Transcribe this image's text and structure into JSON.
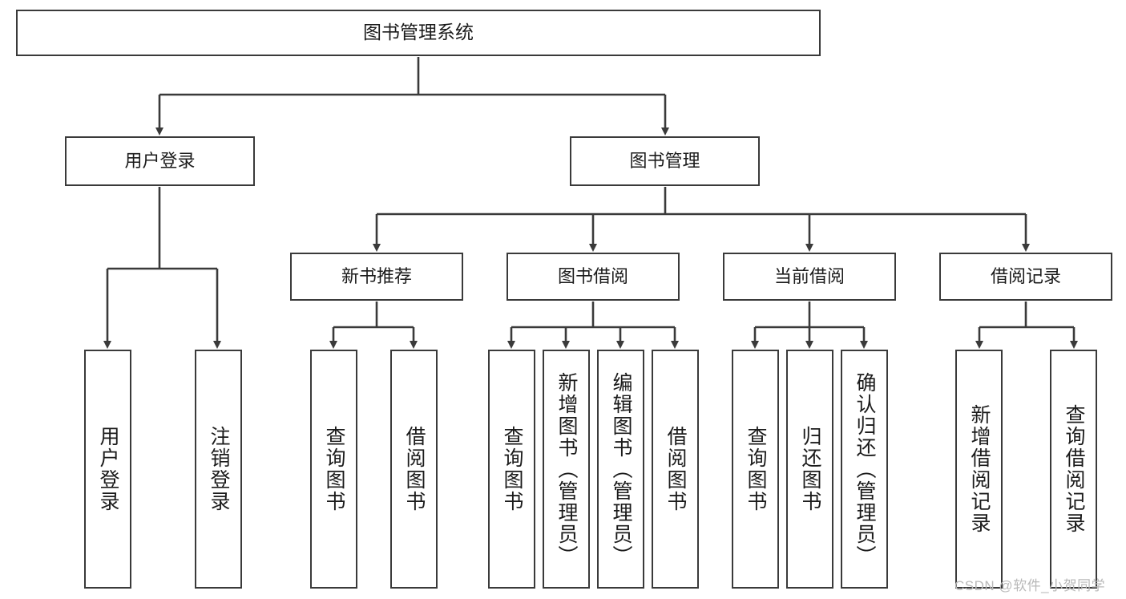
{
  "diagram": {
    "type": "tree-hierarchy-chart",
    "title_node": {
      "label": "图书管理系统"
    },
    "level2": [
      {
        "label": "用户登录"
      },
      {
        "label": "图书管理"
      }
    ],
    "level3": [
      {
        "label": "新书推荐"
      },
      {
        "label": "图书借阅"
      },
      {
        "label": "当前借阅"
      },
      {
        "label": "借阅记录"
      }
    ],
    "leaves": {
      "user_login": [
        {
          "label": "用户登录"
        },
        {
          "label": "注销登录"
        }
      ],
      "new_book_recommend": [
        {
          "label": "查询图书"
        },
        {
          "label": "借阅图书"
        }
      ],
      "book_borrow": [
        {
          "label": "查询图书"
        },
        {
          "label": "新增图书（管理员）"
        },
        {
          "label": "编辑图书（管理员）"
        },
        {
          "label": "借阅图书"
        }
      ],
      "current_borrow": [
        {
          "label": "查询图书"
        },
        {
          "label": "归还图书"
        },
        {
          "label": "确认归还（管理员）"
        }
      ],
      "borrow_record": [
        {
          "label": "新增借阅记录"
        },
        {
          "label": "查询借阅记录"
        }
      ]
    },
    "watermark": {
      "text": "CSDN @软件_小贺同学"
    },
    "colors": {
      "border": "#3a3a3a",
      "background": "#ffffff",
      "text": "#1b1b1b",
      "watermark": "#b9b9b9"
    }
  }
}
